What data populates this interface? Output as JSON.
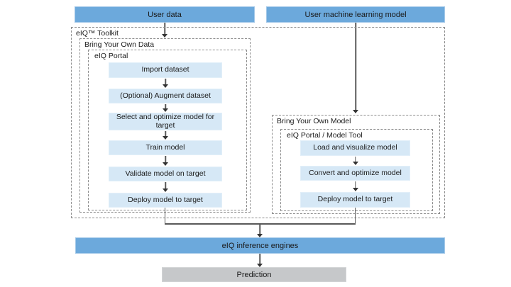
{
  "colors": {
    "accent_blue": "#6CA9DC",
    "step_blue": "#D6E8F6",
    "prediction_gray": "#C6C8CA",
    "dash_gray": "#8C8C8C",
    "line_gray": "#595959",
    "head_gray": "#333333",
    "text_dark": "#1A1A1A"
  },
  "sources": {
    "user_data": "User data",
    "user_model": "User machine learning model"
  },
  "toolkit": {
    "label": "eIQ™ Toolkit"
  },
  "byod": {
    "label": "Bring Your Own Data",
    "tool_label": "eIQ Portal",
    "steps": [
      "Import dataset",
      "(Optional) Augment dataset",
      "Select and optimize model for target",
      "Train model",
      "Validate model on target",
      "Deploy model to target"
    ]
  },
  "byom": {
    "label": "Bring Your Own Model",
    "tool_label": "eIQ Portal / Model Tool",
    "steps": [
      "Load and visualize model",
      "Convert and optimize model",
      "Deploy model to target"
    ]
  },
  "outputs": {
    "inference": "eIQ inference engines",
    "prediction": "Prediction"
  }
}
